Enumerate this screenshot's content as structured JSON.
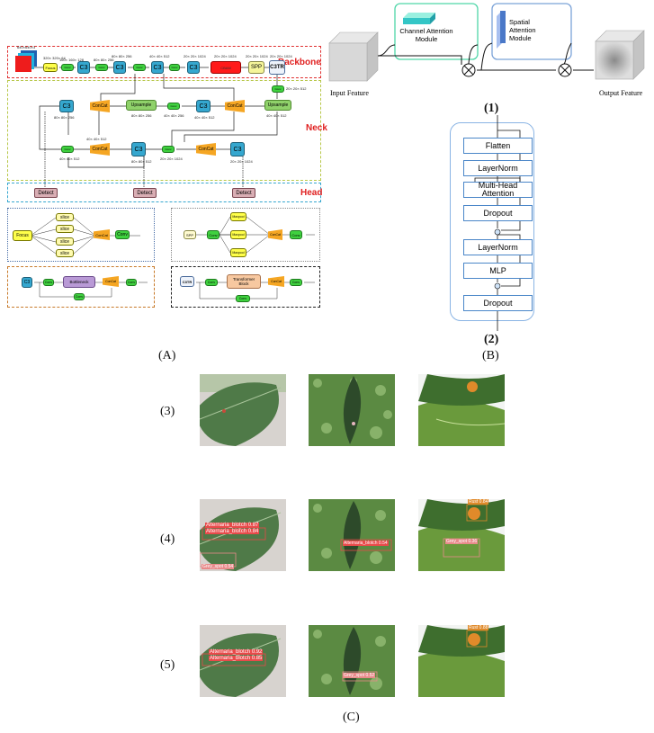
{
  "panelA": {
    "sections": {
      "backbone": "Backbone",
      "neck": "Neck",
      "head": "Head"
    },
    "input_dims": "640×640×3",
    "blocks": {
      "focus": "Focus",
      "conv": "Conv",
      "c3": "C3",
      "cbam": "CBAM",
      "spp": "SPP",
      "c3tr": "C3TR",
      "upsample": "Upsample",
      "concat": "ConCat",
      "detect": "Detect"
    },
    "dims": {
      "d1": "320× 320× 64",
      "d2": "160× 160× 128",
      "d3": "80× 80× 256",
      "d4": "80× 80× 256",
      "d5": "40× 40× 512",
      "d6": "20× 20× 1024",
      "d7": "20× 20× 1024",
      "d8": "20× 20× 1024",
      "d9": "20× 20× 1024",
      "d10": "20× 20× 512",
      "n1": "40× 40× 512",
      "n2": "40× 40× 256",
      "n3": "80× 80× 256",
      "n4": "40× 40× 512",
      "n5": "80× 80× 256",
      "n6": "40× 40× 512",
      "n7": "20× 20× 1024",
      "n8": "20× 20× 1024",
      "n9": "40× 40× 512",
      "n10": "80× 80× 512"
    },
    "focus_detail": {
      "slices": [
        "slice",
        "slice",
        "slice",
        "slice"
      ],
      "focus": "Focus",
      "concat": "ConCat",
      "conv": "Conv"
    },
    "spp_detail": {
      "spp": "SPP",
      "conv": "Conv",
      "maxpools": [
        "Maxpool",
        "Maxpool",
        "Maxpool"
      ],
      "concat": "ConCat",
      "conv2": "Conv"
    },
    "c3_detail": {
      "c3": "C3",
      "conv": "Conv",
      "bottleneck": "Bottleneck",
      "concat": "ConCat",
      "conv2": "Conv",
      "conv3": "Conv"
    },
    "c3tr_detail": {
      "c3tr": "C3TR",
      "conv": "Conv",
      "transformer": "Transformer Block",
      "concat": "ConCat",
      "conv2": "Conv",
      "conv3": "Conv"
    },
    "label": "(A)"
  },
  "panelB": {
    "input": "Input Feature",
    "output": "Output Feature",
    "channel": "Channel Attention Module",
    "spatial": "Spatial Attention Module",
    "label1": "(1)",
    "transformer": [
      "Flatten",
      "LayerNorm",
      "Multi-Head Attention",
      "Dropout",
      "LayerNorm",
      "MLP",
      "Dropout"
    ],
    "label2": "(2)",
    "label": "(B)"
  },
  "panelC": {
    "rows": [
      "(3)",
      "(4)",
      "(5)"
    ],
    "row4_tags": {
      "a1": "Alternaria_blotch 0.87",
      "a2": "Alternaria_blotch 0.84",
      "a3": "Grey_spot 0.54",
      "b1": "Alternaria_blotch 0.54",
      "c1": "Rust 0.84",
      "c2": "Grey_spot 0.36"
    },
    "row5_tags": {
      "a1": "Alternaria_blotch 0.92",
      "a2": "Alternaria_blotch 0.85",
      "b1": "Grey_spot 0.52",
      "c1": "Rust 0.88"
    },
    "label": "(C)"
  }
}
